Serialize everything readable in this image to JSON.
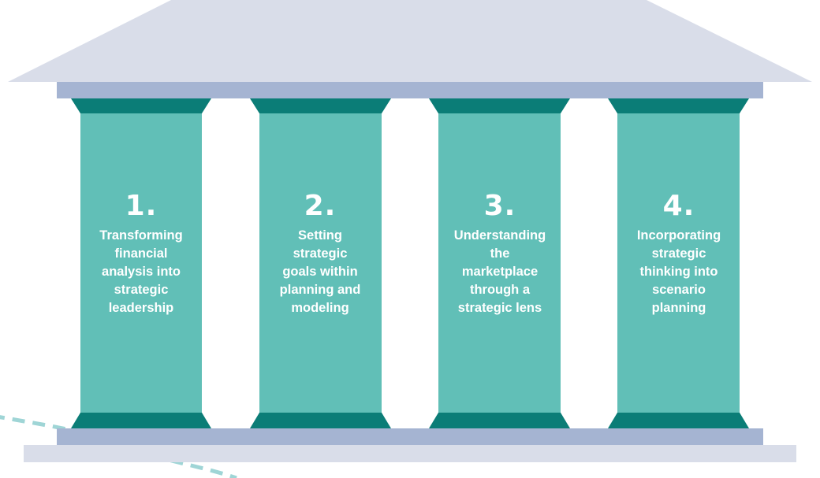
{
  "pillars": [
    {
      "number": "1.",
      "label": "Transforming\nfinancial\nanalysis into\nstrategic\nleadership"
    },
    {
      "number": "2.",
      "label": "Setting\nstrategic\ngoals within\nplanning and\nmodeling"
    },
    {
      "number": "3.",
      "label": "Understanding\nthe\nmarketplace\nthrough a\nstrategic lens"
    },
    {
      "number": "4.",
      "label": "Incorporating\nstrategic\nthinking into\nscenario\nplanning"
    }
  ],
  "colors": {
    "roof": "#d9dde9",
    "beam": "#a5b4d2",
    "base": "#d9dde9",
    "column": "#61bfb7",
    "capital": "#0b7d77",
    "dashes": "#9fd5d6",
    "text": "#ffffff"
  }
}
